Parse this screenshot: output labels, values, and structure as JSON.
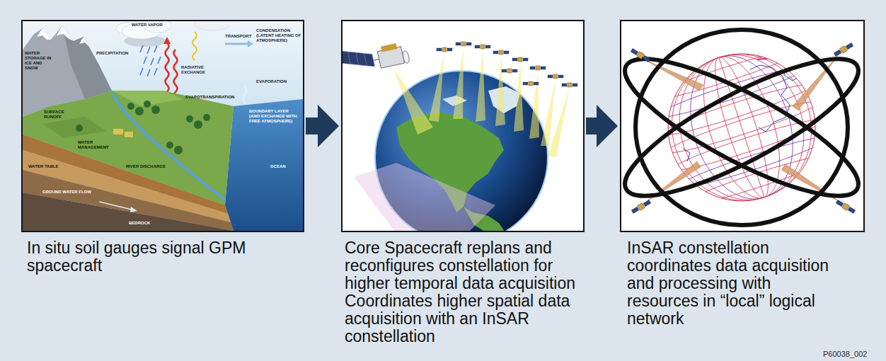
{
  "diagram": {
    "nodes": [
      {
        "text": [
          "In situ soil gauges signal GPM spacecraft"
        ]
      },
      {
        "text": [
          "Core Spacecraft replans and reconfigures constellation for higher temporal data acquisition Coordinates higher spatial data acquisition with an InSAR constellation"
        ]
      },
      {
        "text": [
          "InSAR constellation coordinates data acquisition and processing with resources in “local” logical network"
        ]
      }
    ],
    "edges": [
      {
        "from": 0,
        "to": 1,
        "arrow": "to"
      },
      {
        "from": 1,
        "to": 2,
        "arrow": "to"
      }
    ],
    "labels": [
      "WATER VAPOR",
      "WATER STORAGE IN ICE AND SNOW",
      "PRECIPITATION",
      "RADIATIVE EXCHANGE",
      "TRANSPORT",
      "CONDENSATION (LATENT HEATING OF ATMOSPHERE)",
      "SURFACE RUNOFF",
      "EVAPOTRANSPIRATION",
      "EVAPORATION",
      "WATER MANAGEMENT",
      "BOUNDARY LAYER (AND EXCHANGE WITH FREE ATMOSPHERE)",
      "OCEAN",
      "RIVER DISCHARGE",
      "WATER TABLE",
      "GROUND WATER FLOW",
      "BEDROCK",
      "P60038_002"
    ]
  }
}
